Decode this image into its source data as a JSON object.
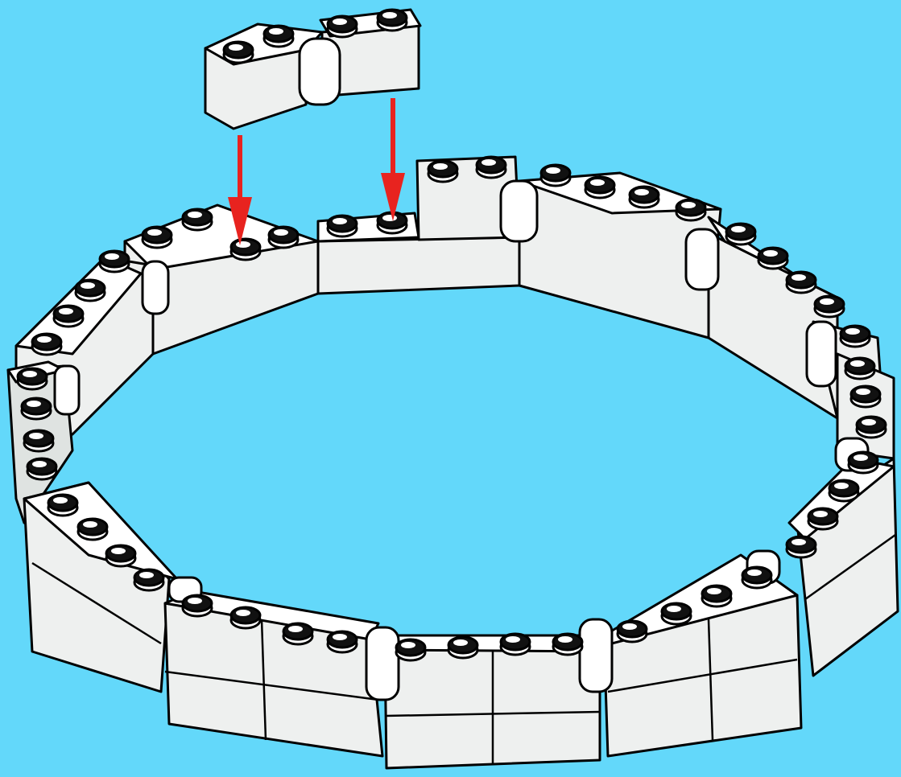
{
  "background_color": "#63d8fa",
  "brick_color": "#ffffff",
  "outline_color": "#000000",
  "arrow_color": "#e8231f",
  "scene": {
    "description_icon": "hinge-brick-assembly-icon",
    "ring_courses": 2,
    "loose_piece": "hinge-brick-pair",
    "arrows": 2
  }
}
